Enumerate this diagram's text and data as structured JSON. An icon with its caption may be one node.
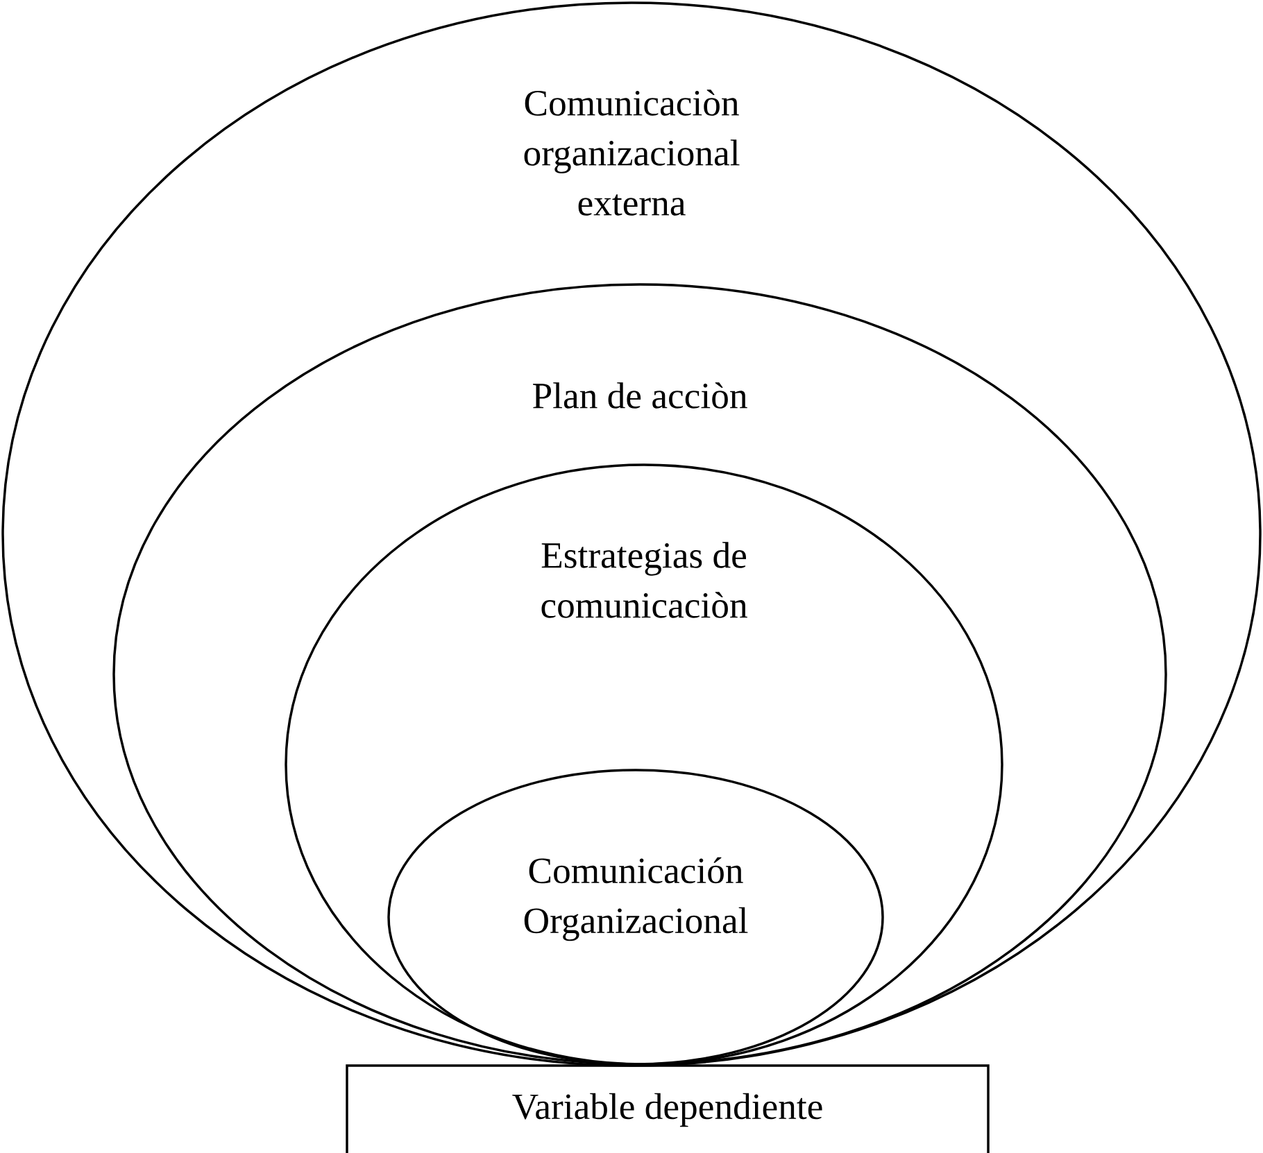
{
  "diagram": {
    "nodes": [
      {
        "text": [
          "Comunicaciòn organizacional externa"
        ]
      },
      {
        "text": [
          "Plan de acciòn"
        ],
        "in": 0
      },
      {
        "text": [
          "Estrategias de comunicaciòn"
        ],
        "in": 1
      },
      {
        "text": [
          "Comunicación Organizacional"
        ],
        "in": 2
      },
      {
        "text": [
          "Variable dependiente"
        ]
      }
    ]
  }
}
